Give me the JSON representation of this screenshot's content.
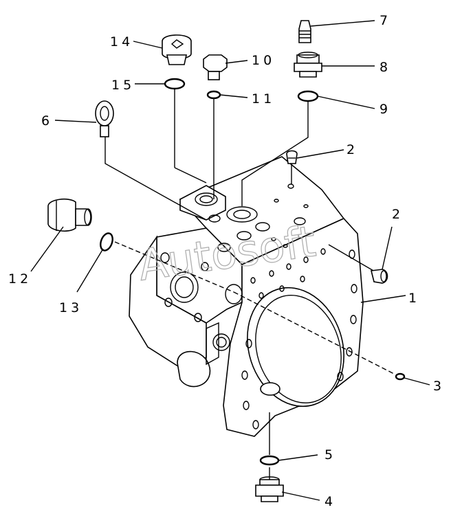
{
  "watermark": "Autosoft",
  "labels": {
    "p1": "1",
    "p2a": "2",
    "p2b": "2",
    "p3": "3",
    "p4": "4",
    "p5": "5",
    "p6": "6",
    "p7": "7",
    "p8": "8",
    "p9": "9",
    "p10": "10",
    "p11": "11",
    "p12": "12",
    "p13": "13",
    "p14": "14",
    "p15": "15"
  }
}
